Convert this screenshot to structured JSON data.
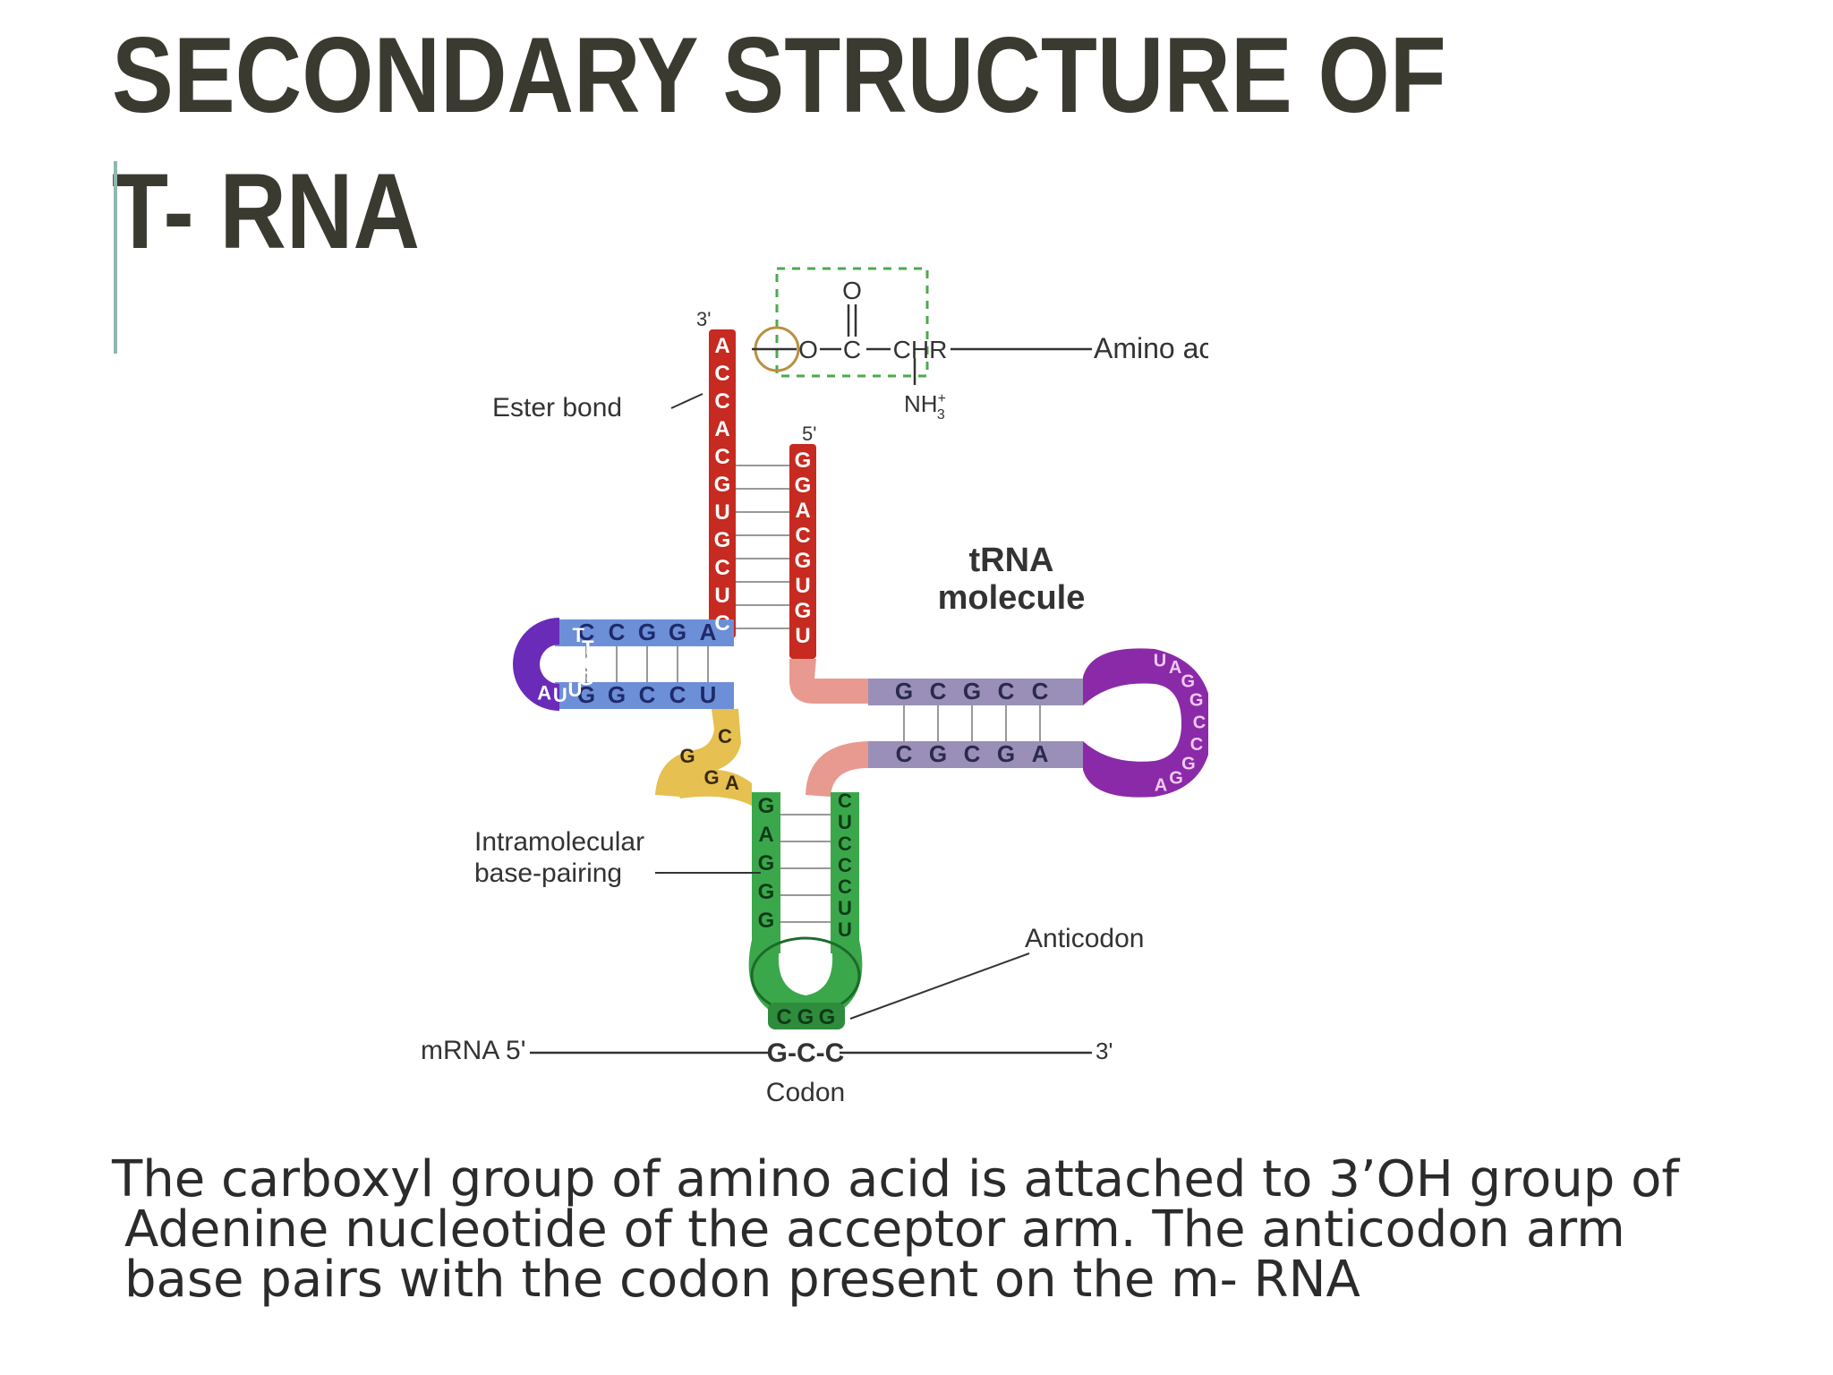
{
  "slide": {
    "title_line1": "SECONDARY STRUCTURE OF",
    "title_line2": "T- RNA",
    "caption_line1": "The carboxyl group of amino acid is attached to 3’OH group of",
    "caption_line2": "Adenine  nucleotide of the acceptor arm. The anticodon arm",
    "caption_line3": "base pairs with the codon  present on the m- RNA"
  },
  "diagram": {
    "molecule_label_1": "tRNA",
    "molecule_label_2": "molecule",
    "ester_bond": "Ester bond",
    "amino_acid": "Amino acid",
    "intramolecular_1": "Intramolecular",
    "intramolecular_2": "base-pairing",
    "anticodon": "Anticodon",
    "mrna_label": "mRNA 5'",
    "three_prime": "3'",
    "five_prime": "5'",
    "codon_label": "Codon",
    "codon_seq": "G-C-C",
    "chem_O_top": "O",
    "chem_O": "O",
    "chem_C": "C",
    "chem_CHR": "CHR",
    "chem_NH3": "NH",
    "chem_NH3_sup": "+",
    "chem_NH3_sub": "3",
    "acceptor_3_seq": [
      "A",
      "C",
      "C",
      "A",
      "C",
      "G",
      "U",
      "G",
      "C",
      "U",
      "C"
    ],
    "acceptor_5_seq": [
      "G",
      "G",
      "A",
      "C",
      "G",
      "U",
      "G",
      "U"
    ],
    "d_arm_top_seq": [
      "C",
      "C",
      "G",
      "G",
      "A"
    ],
    "d_arm_bottom_seq": [
      "G",
      "G",
      "C",
      "C",
      "U"
    ],
    "d_loop_seq": [
      "A",
      "U",
      "U",
      "G",
      "C",
      "T",
      "T"
    ],
    "t_arm_top_seq": [
      "G",
      "C",
      "G",
      "C",
      "C"
    ],
    "t_arm_bottom_seq": [
      "C",
      "G",
      "C",
      "G",
      "A"
    ],
    "t_loop_seq": [
      "U",
      "A",
      "G",
      "G",
      "C",
      "C",
      "G",
      "G",
      "A"
    ],
    "variable_seq": [
      "C",
      "G",
      "G",
      "A"
    ],
    "anticodon_left_seq": [
      "G",
      "A",
      "G",
      "G",
      "G"
    ],
    "anticodon_right_seq": [
      "C",
      "U",
      "C",
      "C",
      "C",
      "U",
      "U"
    ],
    "anticodon_seq": [
      "C",
      "G",
      "G"
    ],
    "colors": {
      "acceptor": "#c62a20",
      "d_arm": "#6d8fd8",
      "d_loop": "#6a2bb8",
      "t_arm": "#9a8fb8",
      "t_loop": "#8a2aa8",
      "variable": "#e6c050",
      "anticodon_arm": "#3aa84a",
      "connector": "#e89a90",
      "title": "#3b3a30",
      "accent": "#8fb8ae",
      "dashed_box": "#4caa4c"
    }
  }
}
